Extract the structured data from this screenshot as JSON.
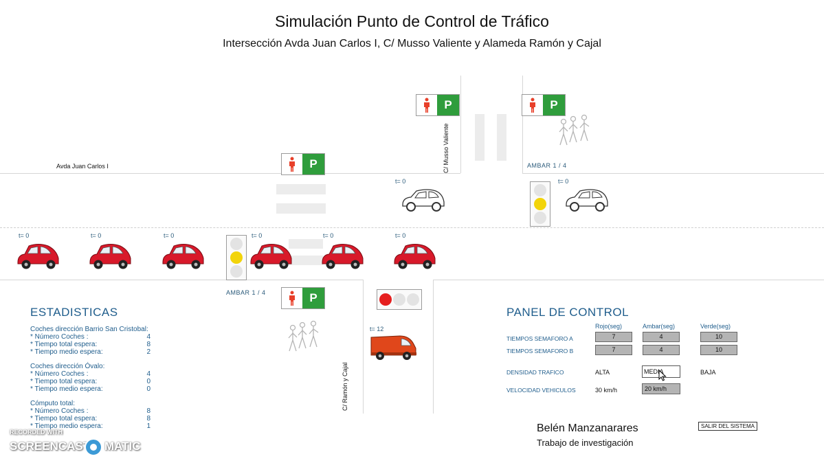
{
  "header": {
    "title": "Simulación Punto de Control de Tráfico",
    "subtitle": "Intersección Avda Juan Carlos I, C/ Musso Valiente y Alameda Ramón y Cajal"
  },
  "streets": {
    "avda": "Avda Juan Carlos I",
    "musso": "C/ Musso Valiente",
    "ramon": "C/ Ramón y Cajal"
  },
  "signs": {
    "parking": "P"
  },
  "intersection": {
    "amber_top": "AMBAR 1 / 4",
    "amber_bottom": "AMBAR 1 / 4",
    "car_timers": [
      "t= 0",
      "t= 0",
      "t= 0",
      "t= 0",
      "t= 0",
      "t= 0"
    ],
    "upper_car_timers": [
      "t= 0",
      "t= 0"
    ],
    "van_timer": "t= 12"
  },
  "stats": {
    "title": "ESTADISTICAS",
    "groups": [
      {
        "heading": "Coches dirección Barrio San Cristobal:",
        "rows": [
          {
            "k": "* Número Coches :",
            "v": "4"
          },
          {
            "k": "* Tiempo total espera:",
            "v": "8"
          },
          {
            "k": "* Tiempo medio espera:",
            "v": "2"
          }
        ]
      },
      {
        "heading": "Coches dirección Óvalo:",
        "rows": [
          {
            "k": "* Número Coches :",
            "v": "4"
          },
          {
            "k": "* Tiempo total espera:",
            "v": "0"
          },
          {
            "k": "* Tiempo medio espera:",
            "v": "0"
          }
        ]
      },
      {
        "heading": "Cómputo total:",
        "rows": [
          {
            "k": "* Número Coches :",
            "v": "8"
          },
          {
            "k": "* Tiempo total espera:",
            "v": "8"
          },
          {
            "k": "* Tiempo medio espera:",
            "v": "1"
          }
        ]
      }
    ]
  },
  "control": {
    "title": "PANEL DE CONTROL",
    "col_rojo": "Rojo(seg)",
    "col_ambar": "Ambar(seg)",
    "col_verde": "Verde(seg)",
    "row_a": "TIEMPOS SEMAFORO A",
    "row_b": "TIEMPOS SEMAFORO B",
    "a_values": [
      "7",
      "4",
      "10"
    ],
    "b_values": [
      "7",
      "4",
      "10"
    ],
    "density_label": "DENSIDAD TRAFICO",
    "density_options": [
      "ALTA",
      "MEDIA",
      "BAJA"
    ],
    "speed_label": "VELOCIDAD VEHICULOS",
    "speed_options": [
      "30 km/h",
      "20 km/h"
    ]
  },
  "author": {
    "name": "Belén Manzanarares",
    "subtitle": "Trabajo de investigación"
  },
  "exit_button": "SALIR DEL SISTEMA",
  "watermark": {
    "line1": "RECORDED WITH",
    "line2": "SCREENCAST",
    "line3": "MATIC"
  },
  "colors": {
    "accent": "#1f5d8c",
    "car": "#d8192a",
    "van": "#e0471b",
    "parking": "#2f9d3c"
  }
}
